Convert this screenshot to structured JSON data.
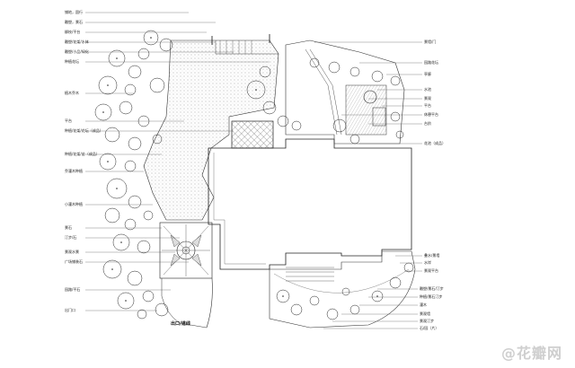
{
  "labels_left": [
    "铺地，園行",
    "雕塑，景石",
    "柳枝/平台",
    "雕塑/花架/水体",
    "雕塑/小品/绿化",
    "种植花坛",
    "植木乔木",
    "平台",
    "种植/花架/花坛（成品）",
    "种植/花架/苗（成品）",
    "乔灌木种植",
    "小灌木种植",
    "景石",
    "汀步/石",
    "景观水景",
    "广场铺装石",
    "园路/平石",
    "出门口"
  ],
  "labels_right": [
    "景墙/门",
    "园路花坛",
    "亭廊",
    "水池",
    "景观",
    "平台",
    "休憩平台",
    "台阶",
    "花池（成品）",
    "叠水/景墙",
    "水岸",
    "景观平台",
    "雕塑/景石/汀步",
    "种植/景石汀步",
    "灌木",
    "景观墙",
    "景观汀步",
    "石/园（片）"
  ],
  "entry_label": "出口/道线",
  "watermark": "@花瓣网"
}
